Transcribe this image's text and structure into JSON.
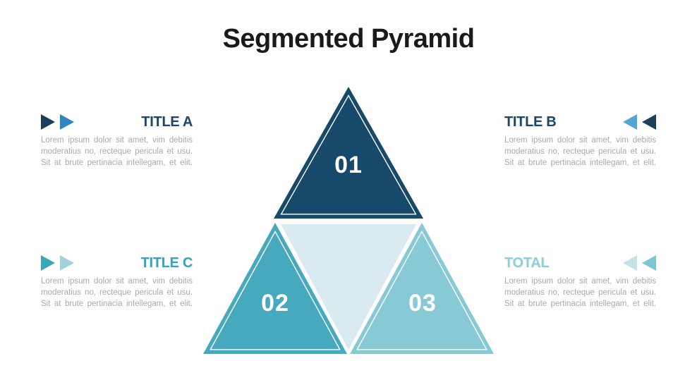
{
  "page": {
    "title": "Segmented Pyramid",
    "title_color": "#1a1a1a",
    "background": "#ffffff"
  },
  "pyramid": {
    "number_color": "#ffffff",
    "outline_color": "#ffffff",
    "segments": [
      {
        "label": "01",
        "color": "#17496b"
      },
      {
        "label": "02",
        "color": "#46a9be"
      },
      {
        "label": "03",
        "color": "#88c9d6"
      }
    ],
    "center": {
      "color": "#d9eaf0"
    }
  },
  "blocks": [
    {
      "title": "TITLE A",
      "title_color": "#1f4868",
      "body_color": "#a9a9a9",
      "arrow_direction": "right",
      "arrows": [
        {
          "color": "#1c4059"
        },
        {
          "color": "#2e87c5"
        }
      ],
      "body_lines": [
        "Lorem ipsum dolor sit amet, vim debitis",
        "moderatius no, recteque pericula et usu.",
        "Sit at brute pertinacia intellegam, et elit."
      ]
    },
    {
      "title": "TITLE B",
      "title_color": "#1f4868",
      "body_color": "#a9a9a9",
      "arrow_direction": "left",
      "arrows": [
        {
          "color": "#54a5d6"
        },
        {
          "color": "#1c4059"
        }
      ],
      "body_lines": [
        "Lorem ipsum dolor sit amet, vim debitis",
        "moderatius no, recteque pericula et usu.",
        "Sit at brute pertinacia intellegam, et elit."
      ]
    },
    {
      "title": "TITLE C",
      "title_color": "#36a4bc",
      "body_color": "#a9a9a9",
      "arrow_direction": "right",
      "arrows": [
        {
          "color": "#3aa7ba"
        },
        {
          "color": "#a2d3db"
        }
      ],
      "body_lines": [
        "Lorem ipsum dolor sit amet, vim debitis",
        "moderatius no, recteque pericula et usu.",
        "Sit at brute pertinacia intellegam, et elit."
      ]
    },
    {
      "title": "TOTAL",
      "title_color": "#8fcede",
      "body_color": "#a9a9a9",
      "arrow_direction": "left",
      "arrows": [
        {
          "color": "#c4e2ea"
        },
        {
          "color": "#7ec6d3"
        }
      ],
      "body_lines": [
        "Lorem ipsum dolor sit amet, vim debitis",
        "moderatius no, recteque pericula et usu.",
        "Sit at brute pertinacia intellegam, et elit."
      ]
    }
  ]
}
